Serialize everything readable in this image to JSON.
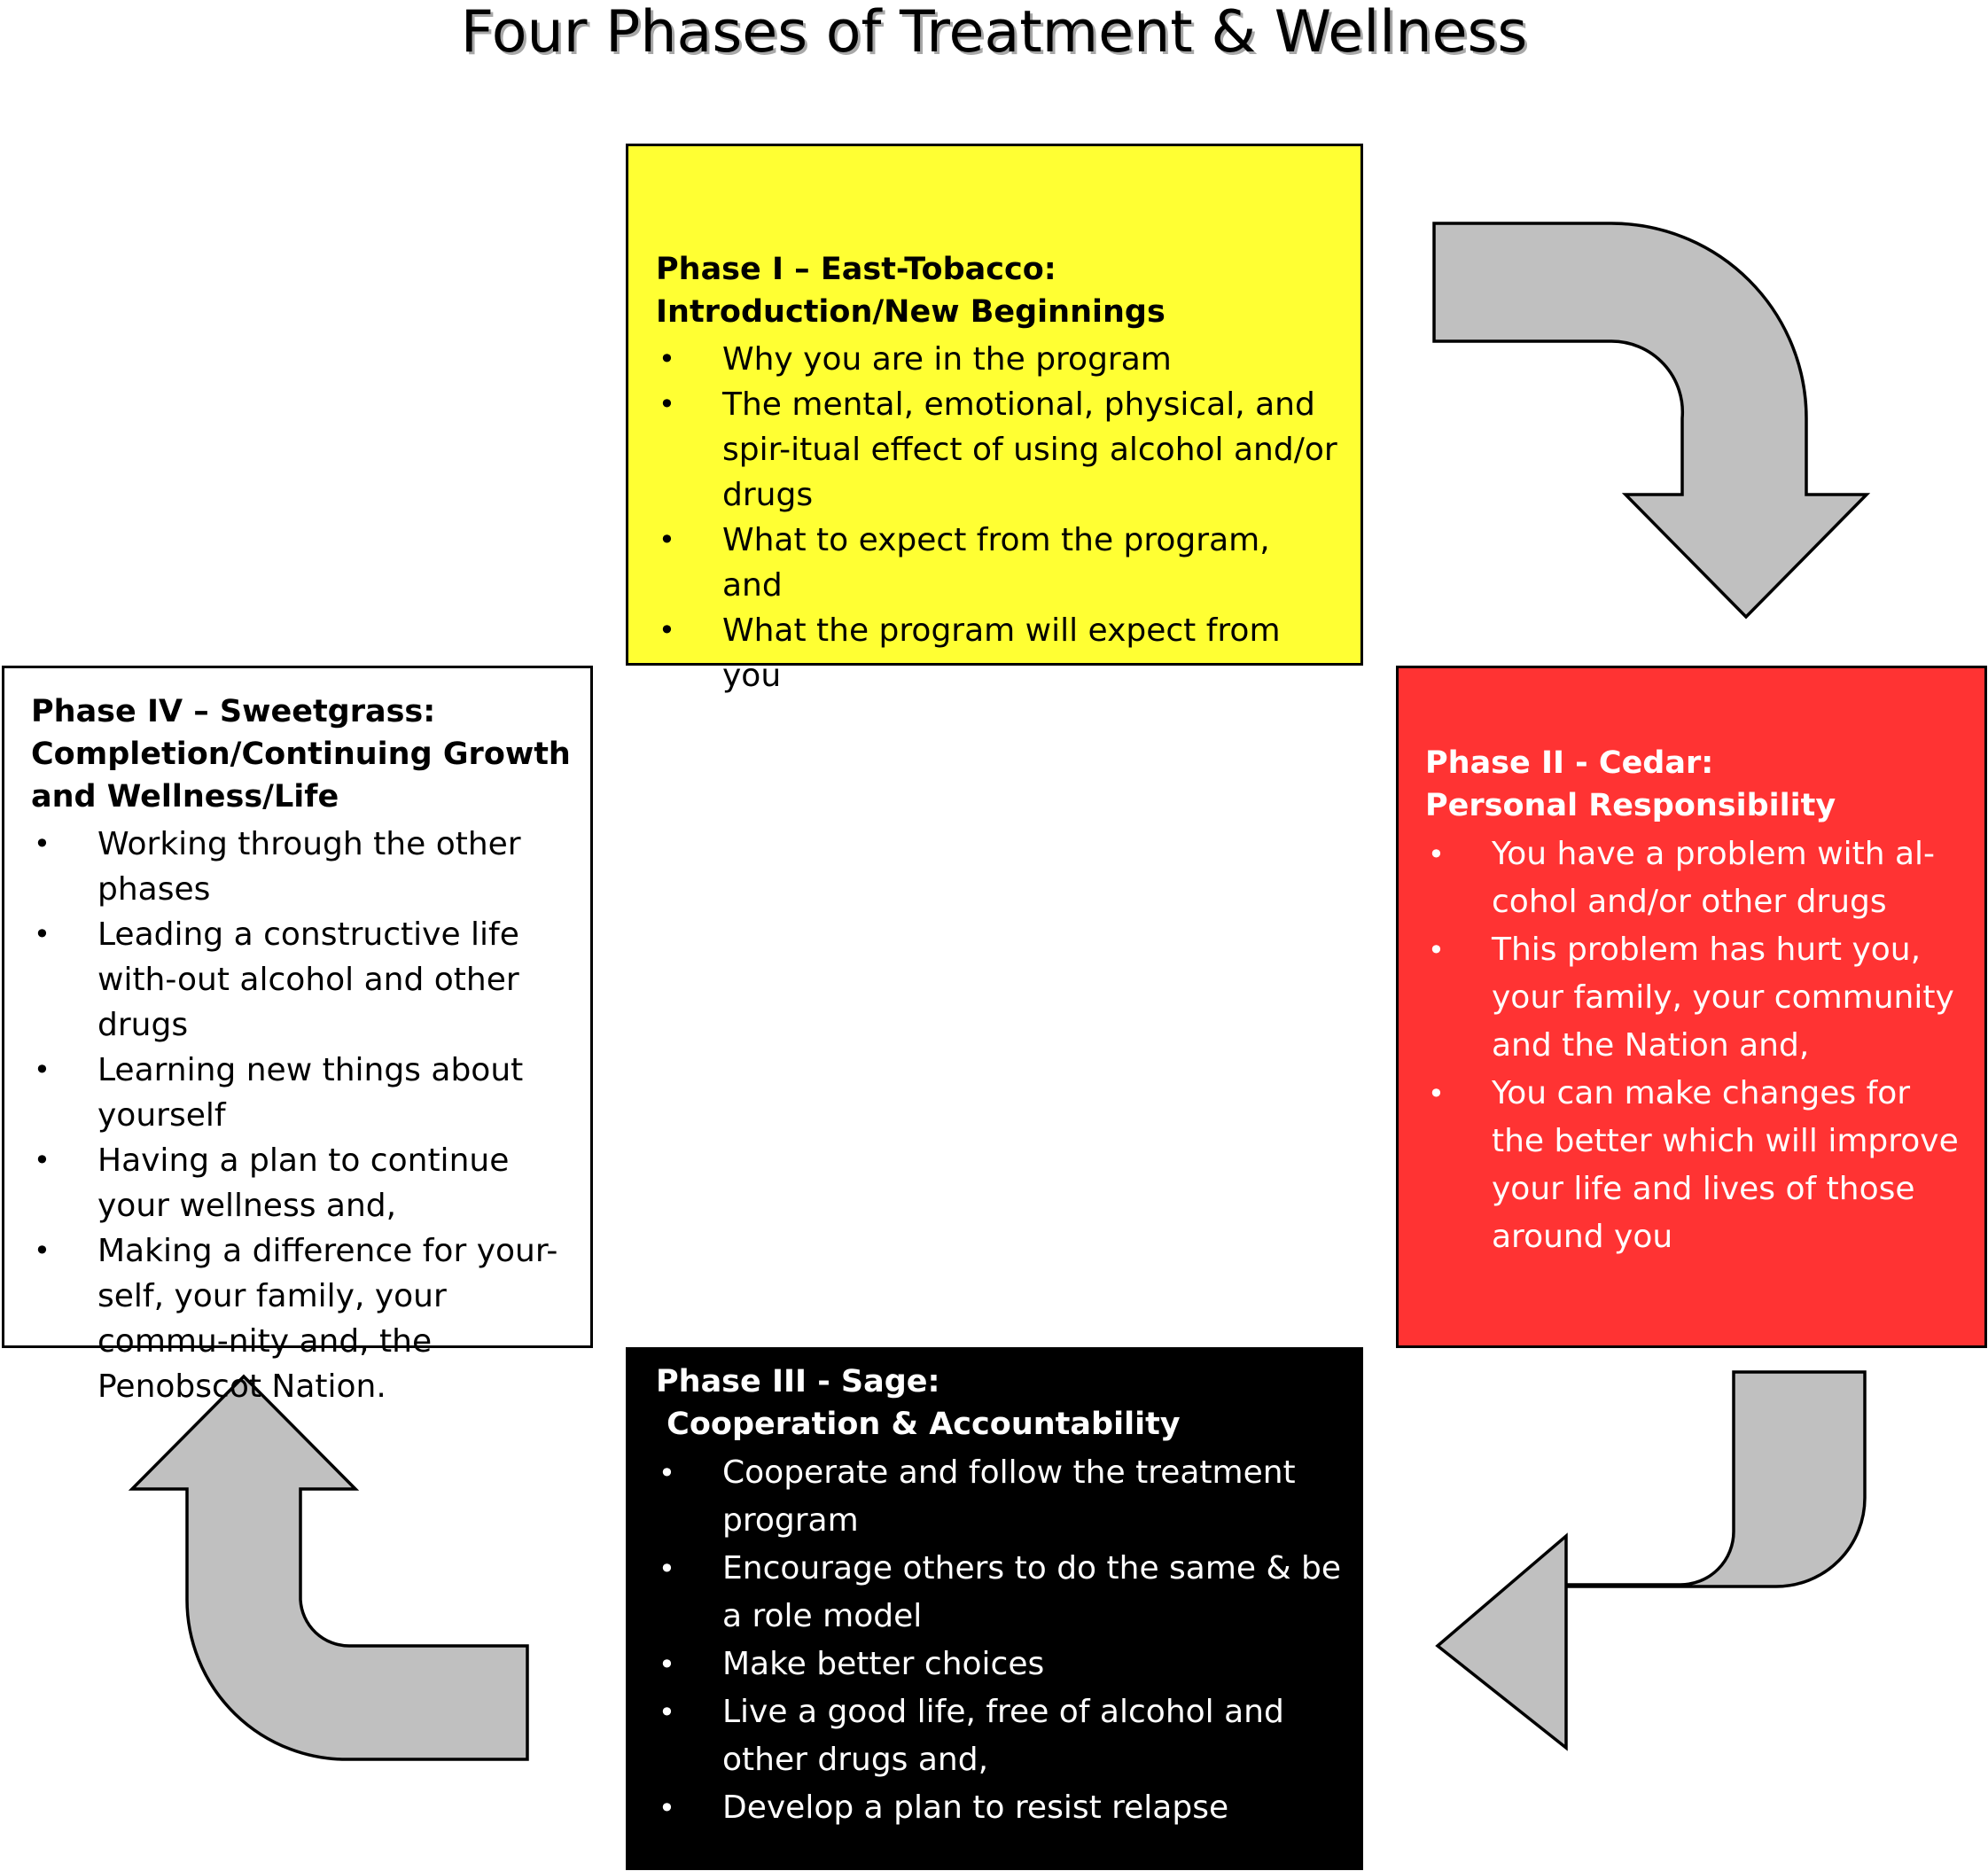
{
  "title": "Four Phases of Treatment & Wellness",
  "phases": [
    {
      "heading": "Phase I – East-Tobacco:\nIntroduction/New Beginnings",
      "color": "#ffff33",
      "items": [
        "Why you are in the program",
        "The mental, emotional, physical, and spir-itual effect of using alcohol and/or drugs",
        "What to expect from the program, and",
        "What the program will expect from you"
      ]
    },
    {
      "heading": "Phase II - Cedar:\nPersonal Responsibility",
      "color": "#ff3333",
      "items": [
        "You have a problem with al-cohol and/or other drugs",
        "This problem has hurt you, your family, your community and the Nation  and,",
        "You can make changes for the better which will improve your life and lives of those around you"
      ]
    },
    {
      "heading": "Phase III - Sage:\n Cooperation & Accountability",
      "color": "#000000",
      "items": [
        "Cooperate and follow the treatment program",
        "Encourage others to do the same & be a role model",
        "Make better choices",
        "Live a good life, free of alcohol and other drugs and,",
        "Develop a plan to resist relapse"
      ]
    },
    {
      "heading": "Phase IV – Sweetgrass:\nCompletion/Continuing Growth\nand Wellness/Life",
      "color": "#ffffff",
      "items": [
        "Working through the other phases",
        "Leading a constructive life with-out alcohol and other drugs",
        "Learning new things about yourself",
        "Having a plan to continue your wellness and,",
        "Making a difference for your-self, your family, your commu-nity and, the Penobscot Nation."
      ]
    }
  ],
  "bullet": "•",
  "arrow_color": "#c0c0c0"
}
